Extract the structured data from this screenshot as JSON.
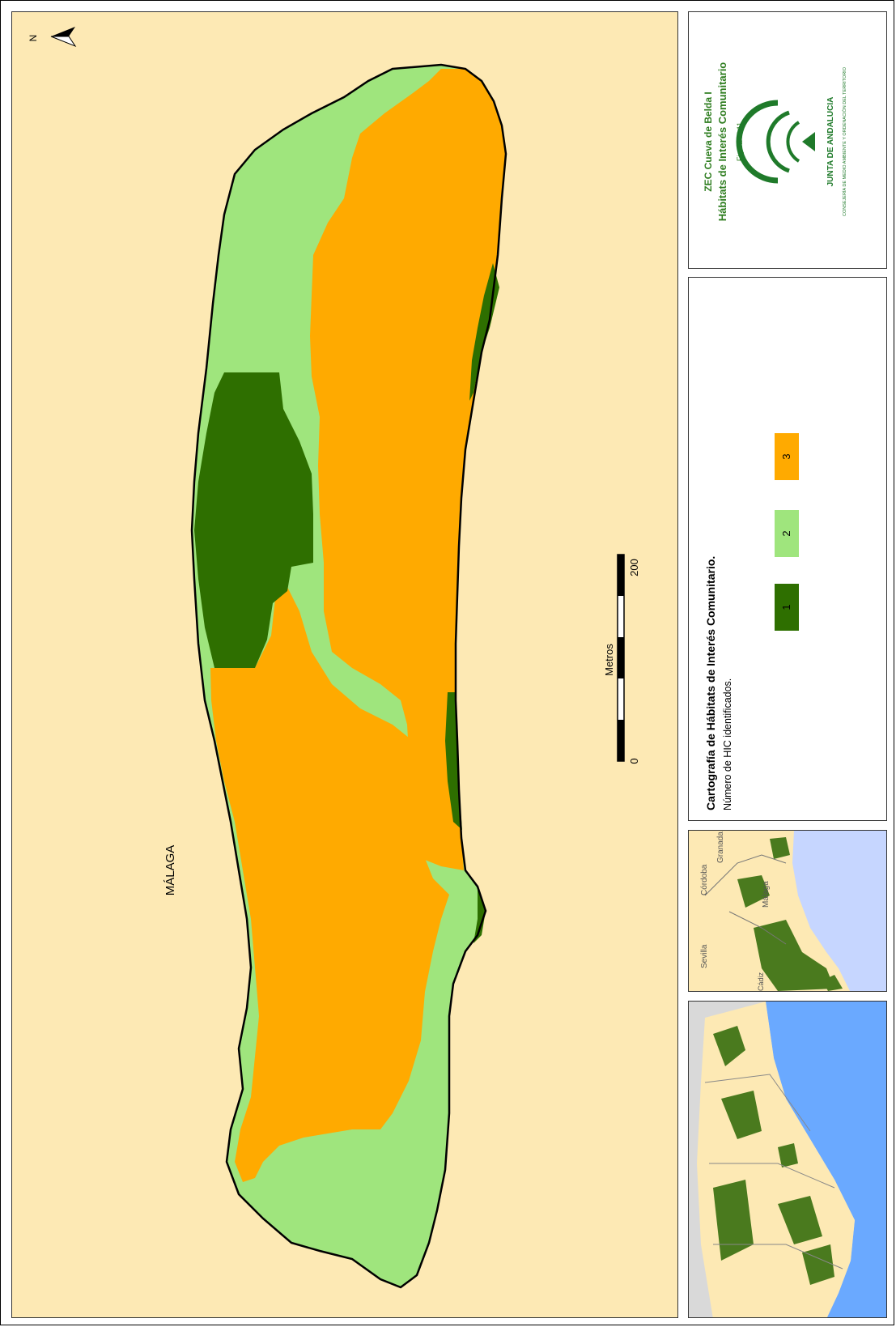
{
  "map": {
    "city_label": "MÁLAGA",
    "north_label": "N",
    "scale": {
      "unit": "Metros",
      "start": "0",
      "end": "200"
    },
    "colors": {
      "background": "#fde9b4",
      "hic_1": "#2e6f00",
      "hic_2": "#9fe57d",
      "hic_3": "#ffaa00"
    }
  },
  "title_block": {
    "line1": "ZEC Cueva de Belda I",
    "line2": "Hábitats de Interés Comunitario",
    "figure": "Figura nº 11",
    "org": "JUNTA DE ANDALUCIA",
    "dept": "CONSEJERÍA DE MEDIO AMBIENTE Y ORDENACIÓN DEL TERRITORIO"
  },
  "legend": {
    "title": "Cartografía de Hábitats de Interés Comunitario.",
    "subtitle": "Número de HIC identificados.",
    "items": [
      {
        "label": "1",
        "color": "#2e6f00"
      },
      {
        "label": "2",
        "color": "#9fe57d"
      },
      {
        "label": "3",
        "color": "#ffaa00"
      }
    ]
  },
  "inset_locator": {
    "labels": [
      "Sevilla",
      "Córdoba",
      "Granada",
      "Málaga",
      "Cádiz"
    ],
    "colors": {
      "land": "#fde9b4",
      "sea": "#c6d6ff",
      "protected": "#4a7a1e"
    }
  },
  "inset_overview": {
    "colors": {
      "land": "#fde9b4",
      "sea": "#6aa9ff",
      "outside": "#d9d9d9",
      "protected": "#4a7a1e"
    }
  }
}
